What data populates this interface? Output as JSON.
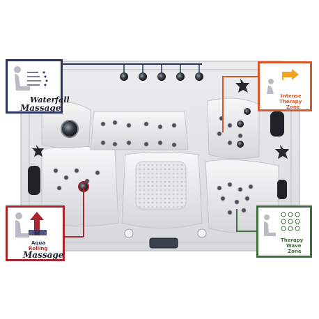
{
  "callouts": {
    "waterfall": {
      "line1": "Waterfall",
      "line2": "Massage",
      "color": "#27305f"
    },
    "intense": {
      "line1": "Intense",
      "line2": "Therapy",
      "line3": "Zone",
      "color": "#d9592b"
    },
    "aqua": {
      "line1": "Aqua",
      "line2": "Rolling",
      "line3": "Massage",
      "color": "#a8272d"
    },
    "wave": {
      "line1": "Therapy",
      "line2": "Wave",
      "line3": "Zone",
      "color": "#3e6f3a"
    }
  },
  "icons": {
    "waterfall": "seated-person-waterfall-icon",
    "intense": "seated-person-arrow-icon",
    "aqua": "seated-person-rising-arrow-icon",
    "wave": "seated-person-wave-jets-icon"
  }
}
